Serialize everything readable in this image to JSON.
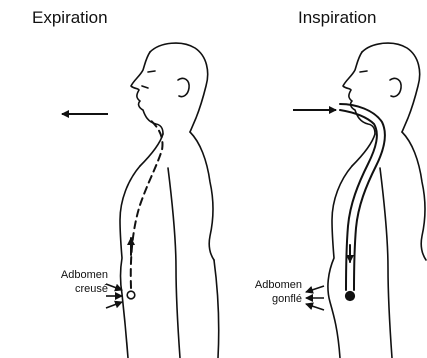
{
  "panels": {
    "left": {
      "title": "Expiration",
      "label_line1": "Adbomen",
      "label_line2": "creusé",
      "marker": "hollow-circle",
      "arrow_direction": "outward"
    },
    "right": {
      "title": "Inspiration",
      "label_line1": "Adbomen",
      "label_line2": "gonflé",
      "marker": "filled-circle",
      "arrow_direction": "inward"
    }
  },
  "colors": {
    "ink": "#111111",
    "background": "#ffffff"
  }
}
